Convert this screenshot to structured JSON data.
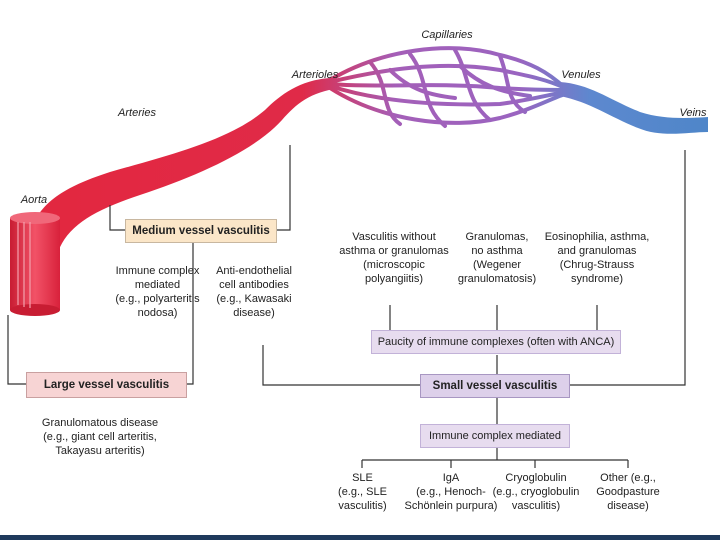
{
  "vessels": {
    "capillaries": "Capillaries",
    "arterioles": "Arterioles",
    "venules": "Venules",
    "arteries": "Arteries",
    "veins": "Veins",
    "aorta": "Aorta"
  },
  "medium": {
    "title": "Medium vessel vasculitis",
    "immune_complex": "Immune complex\nmediated\n(e.g., polyarteritis\nnodosa)",
    "anti_endothelial": "Anti-endothelial\ncell antibodies\n(e.g., Kawasaki\ndisease)"
  },
  "large": {
    "title": "Large vessel vasculitis",
    "granulomatous": "Granulomatous disease\n(e.g., giant cell arteritis,\nTakayasu arteritis)"
  },
  "small": {
    "title": "Small vessel vasculitis",
    "without_asthma": "Vasculitis without\nasthma or granulomas\n(microscopic\npolyangiitis)",
    "granulomas": "Granulomas,\nno asthma\n(Wegener\ngranulomatosis)",
    "eosinophilia": "Eosinophilia, asthma,\nand granulomas\n(Chrug-Strauss\nsyndrome)",
    "paucity": "Paucity of immune complexes (often with ANCA)",
    "immune_mediated": "Immune complex mediated",
    "sle": "SLE\n(e.g., SLE\nvasculitis)",
    "iga": "IgA\n(e.g., Henoch-\nSchönlein purpura)",
    "cryo": "Cryoglobulin\n(e.g., cryoglobulin\nvasculitis)",
    "other": "Other (e.g.,\nGoodpasture\ndisease)"
  },
  "colors": {
    "artery": "#e3273e",
    "vein": "#4d86c8",
    "capillary": "#9a64b4",
    "line": "#333333"
  }
}
